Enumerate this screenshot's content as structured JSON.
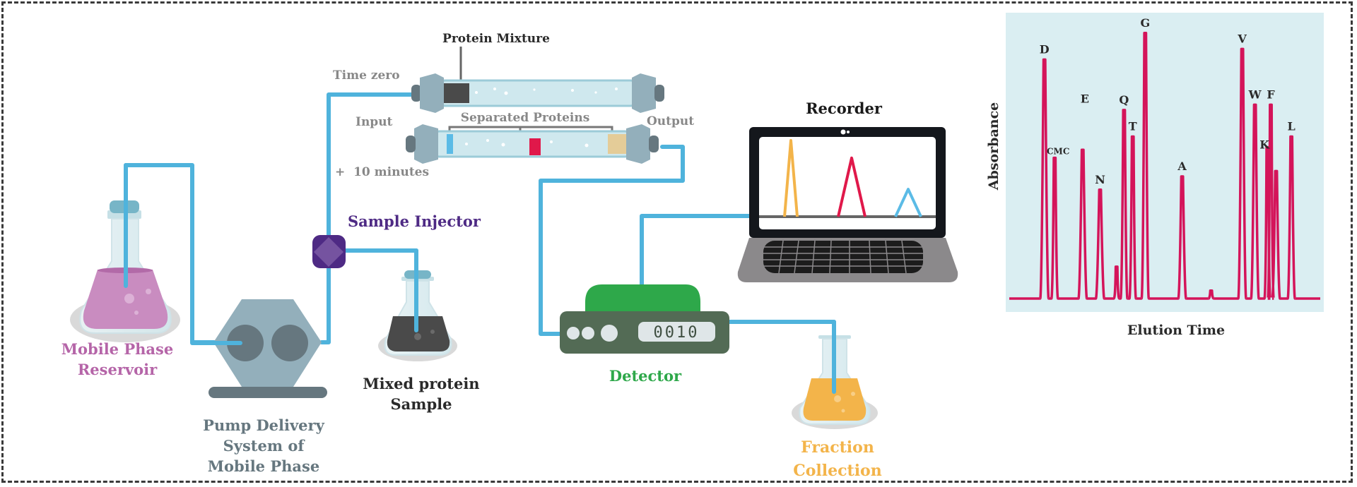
{
  "labels": {
    "reservoir": [
      "Mobile Phase",
      "Reservoir"
    ],
    "pump": [
      "Pump Delivery",
      "System of",
      "Mobile Phase"
    ],
    "sample": [
      "Mixed protein",
      "Sample"
    ],
    "injector": "Sample Injector",
    "time_zero": "Time zero",
    "protein_mixture": "Protein Mixture",
    "input": "Input",
    "output": "Output",
    "separated": "Separated Proteins",
    "ten_minutes": "+  10 minutes",
    "recorder": "Recorder",
    "detector": "Detector",
    "detector_display": "0010",
    "fraction": [
      "Fraction",
      "Collection"
    ]
  },
  "colors": {
    "tube": "#4fb3dc",
    "reservoir_liquid": "#c98cc0",
    "reservoir_text": "#b565a8",
    "sample_liquid": "#4a4a4a",
    "fraction_liquid": "#f3b44a",
    "fraction_text": "#f3b44a",
    "injector": "#4e2a84",
    "injector_text": "#4e2a84",
    "pump": "#93afbb",
    "pump_dark": "#66777f",
    "pump_text": "#66777f",
    "detector_green": "#2ea84a",
    "detector_body": "#536b55",
    "detector_text": "#2ea84a",
    "chart_bg": "#daeef2",
    "chart_line": "#d4145a",
    "gray_text": "#888888",
    "dark_text": "#2a2a2a"
  },
  "recorder_peaks": [
    {
      "color": "#f3b44a",
      "height": 1.0
    },
    {
      "color": "#e0184a",
      "height": 0.77
    },
    {
      "color": "#5bbbe6",
      "height": 0.36
    }
  ],
  "chart_data": {
    "type": "line",
    "title": "",
    "xlabel": "Elution Time",
    "ylabel": "Absorbance",
    "ylim": [
      0,
      105
    ],
    "xlim": [
      0,
      100
    ],
    "grid": false,
    "legend": "none",
    "baseline": 0,
    "peaks": [
      {
        "label": "D",
        "x": 11.3,
        "height": 90,
        "width": 1.8
      },
      {
        "label": "CMC",
        "x": 14.6,
        "height": 53,
        "width": 1.2
      },
      {
        "label": "E",
        "x": 23.6,
        "height": 56,
        "width": 1.8,
        "label_offset": "above-left"
      },
      {
        "label": "N",
        "x": 29.2,
        "height": 41,
        "width": 1.8
      },
      {
        "label": "",
        "x": 34.5,
        "height": 12,
        "width": 0.8
      },
      {
        "label": "Q",
        "x": 36.9,
        "height": 71,
        "width": 1.3
      },
      {
        "label": "T",
        "x": 39.7,
        "height": 61,
        "width": 1.2
      },
      {
        "label": "G",
        "x": 43.7,
        "height": 100,
        "width": 1.4
      },
      {
        "label": "A",
        "x": 55.6,
        "height": 46,
        "width": 1.6
      },
      {
        "label": "",
        "x": 64.9,
        "height": 3,
        "width": 0.8
      },
      {
        "label": "V",
        "x": 74.9,
        "height": 94,
        "width": 1.6
      },
      {
        "label": "W",
        "x": 79.0,
        "height": 73,
        "width": 1.6
      },
      {
        "label": "K",
        "x": 83.0,
        "height": 57,
        "width": 1.0
      },
      {
        "label": "F",
        "x": 84.1,
        "height": 73,
        "width": 1.0
      },
      {
        "label": "",
        "x": 85.8,
        "height": 48,
        "width": 1.6
      },
      {
        "label": "L",
        "x": 90.7,
        "height": 61,
        "width": 1.4
      }
    ]
  }
}
